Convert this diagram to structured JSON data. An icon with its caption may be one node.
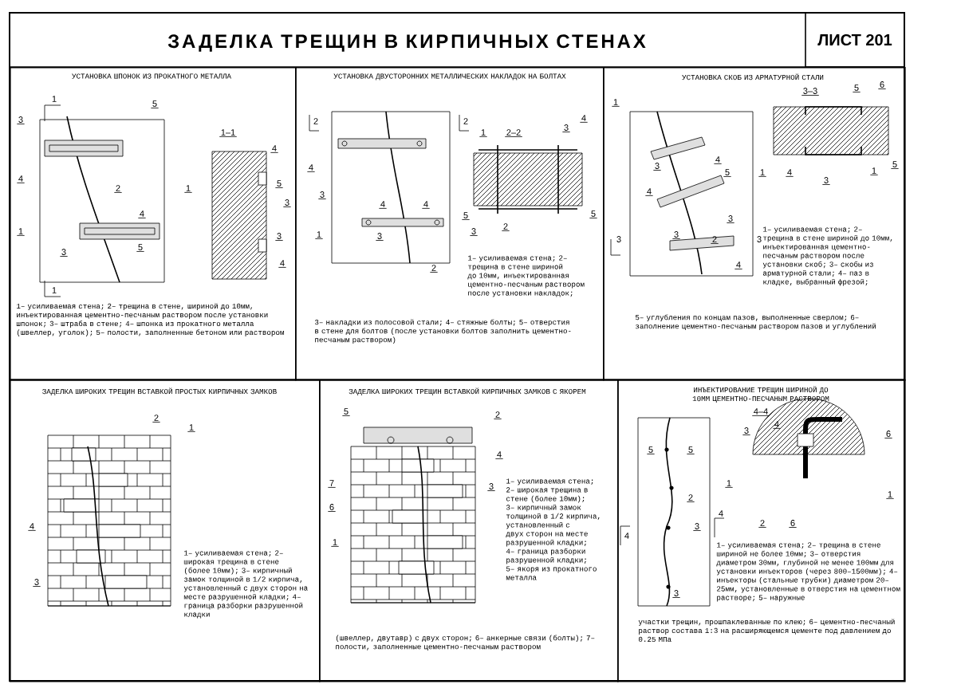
{
  "diagram": {
    "title": "ЗАДЕЛКА ТРЕЩИН В КИРПИЧНЫХ СТЕНАХ",
    "nodes": [
      {
        "text": [
          "ЛИСТ 201"
        ]
      },
      {
        "text": [
          "УСТАНОВКА ШПОНОК ИЗ ПРОКАТНОГО МЕТАЛЛА",
          "1– усиливаемая стена; 2– трещина в стене, шириной до 10мм, инъектированная цементно-песчаным раствором после установки шпонок; 3– штраба в стене; 4– шпонка из прокатного металла (швеллер, уголок); 5– полости, заполненные бетоном или раствором"
        ]
      },
      {
        "text": [
          "УСТАНОВКА ДВУСТОРОННИХ МЕТАЛЛИЧЕСКИХ НАКЛАДОК НА БОЛТАХ",
          "1– усиливаемая стена; 2– трещина в стене шириной до 10мм, инъектированная цементно-песчаным раствором после установки накладок;",
          "3– накладки из полосовой стали; 4– стяжные болты; 5– отверстия в стене для болтов (после установки болтов заполнить цементно-песчаным раствором)"
        ]
      },
      {
        "text": [
          "УСТАНОВКА СКОБ ИЗ АРМАТУРНОЙ СТАЛИ",
          "1– усиливаемая стена; 2– трещина в стене шириной до 10мм, инъектированная цементно-песчаным раствором после установки скоб; 3– скобы из арматурной стали; 4– паз в кладке, выбранный фрезой;",
          "5– углубления по концам пазов, выполненные сверлом; 6– заполнение цементно-песчаным раствором пазов и углублений"
        ]
      },
      {
        "text": [
          "ЗАДЕЛКА ШИРОКИХ ТРЕЩИН ВСТАВКОЙ ПРОСТЫХ КИРПИЧНЫХ ЗАМКОВ",
          "1– усиливаемая стена; 2– широкая трещина в стене (более 10мм); 3– кирпичный замок толщиной в 1/2 кирпича, установленный с двух сторон на месте разрушенной кладки; 4– граница разборки разрушенной кладки"
        ]
      },
      {
        "text": [
          "ЗАДЕЛКА ШИРОКИХ ТРЕЩИН ВСТАВКОЙ КИРПИЧНЫХ ЗАМКОВ С ЯКОРЕМ",
          "1– усиливаемая стена; 2– широкая трещина в стене (более 10мм); 3– кирпичный замок толщиной в 1/2 кирпича, установленный с двух сторон на месте разрушенной кладки; 4– граница разборки разрушенной кладки; 5– якоря из прокатного металла",
          "(швеллер, двутавр) с двух сторон; 6– анкерные связи (болты); 7– полости, заполненные цементно-песчаным раствором"
        ]
      },
      {
        "text": [
          "ИНЪЕКТИРОВАНИЕ ТРЕЩИН ШИРИНОЙ ДО 10ММ ЦЕМЕНТНО-ПЕСЧАНЫМ РАСТВОРОМ",
          "1– усиливаемая стена; 2– трещина в стене шириной не более 10мм; 3– отверстия диаметром 30мм, глубиной не менее 100мм для установки инъекторов (через 800–1500мм); 4– инъекторы (стальные трубки) диаметром 20–25мм, установленные в отверстия на цементном растворе; 5– наружные",
          "участки трещин, прошпаклеванные по клею; 6– цементно-песчаный раствор состава 1:3 на расширяющемся цементе под давлением до 0.25 МПа"
        ]
      }
    ],
    "labels": [
      "1",
      "5",
      "3",
      "1–1",
      "4",
      "4",
      "5",
      "2",
      "1",
      "3",
      "4",
      "1",
      "3",
      "5",
      "3",
      "4",
      "1",
      "2",
      "1",
      "2–2",
      "2",
      "3",
      "4",
      "4",
      "3",
      "4",
      "4",
      "5",
      "5",
      "3",
      "2",
      "1",
      "3",
      "2",
      "1",
      "3–3",
      "5",
      "6",
      "3",
      "4",
      "1",
      "4",
      "3",
      "1",
      "5",
      "5",
      "4",
      "3",
      "3",
      "3",
      "2",
      "3",
      "4",
      "2",
      "1",
      "4",
      "3",
      "5",
      "2",
      "4",
      "7",
      "3",
      "6",
      "1",
      "4–4",
      "3",
      "4",
      "6",
      "5",
      "5",
      "1",
      "1",
      "2",
      "2",
      "6",
      "3",
      "4",
      "4",
      "3"
    ]
  }
}
